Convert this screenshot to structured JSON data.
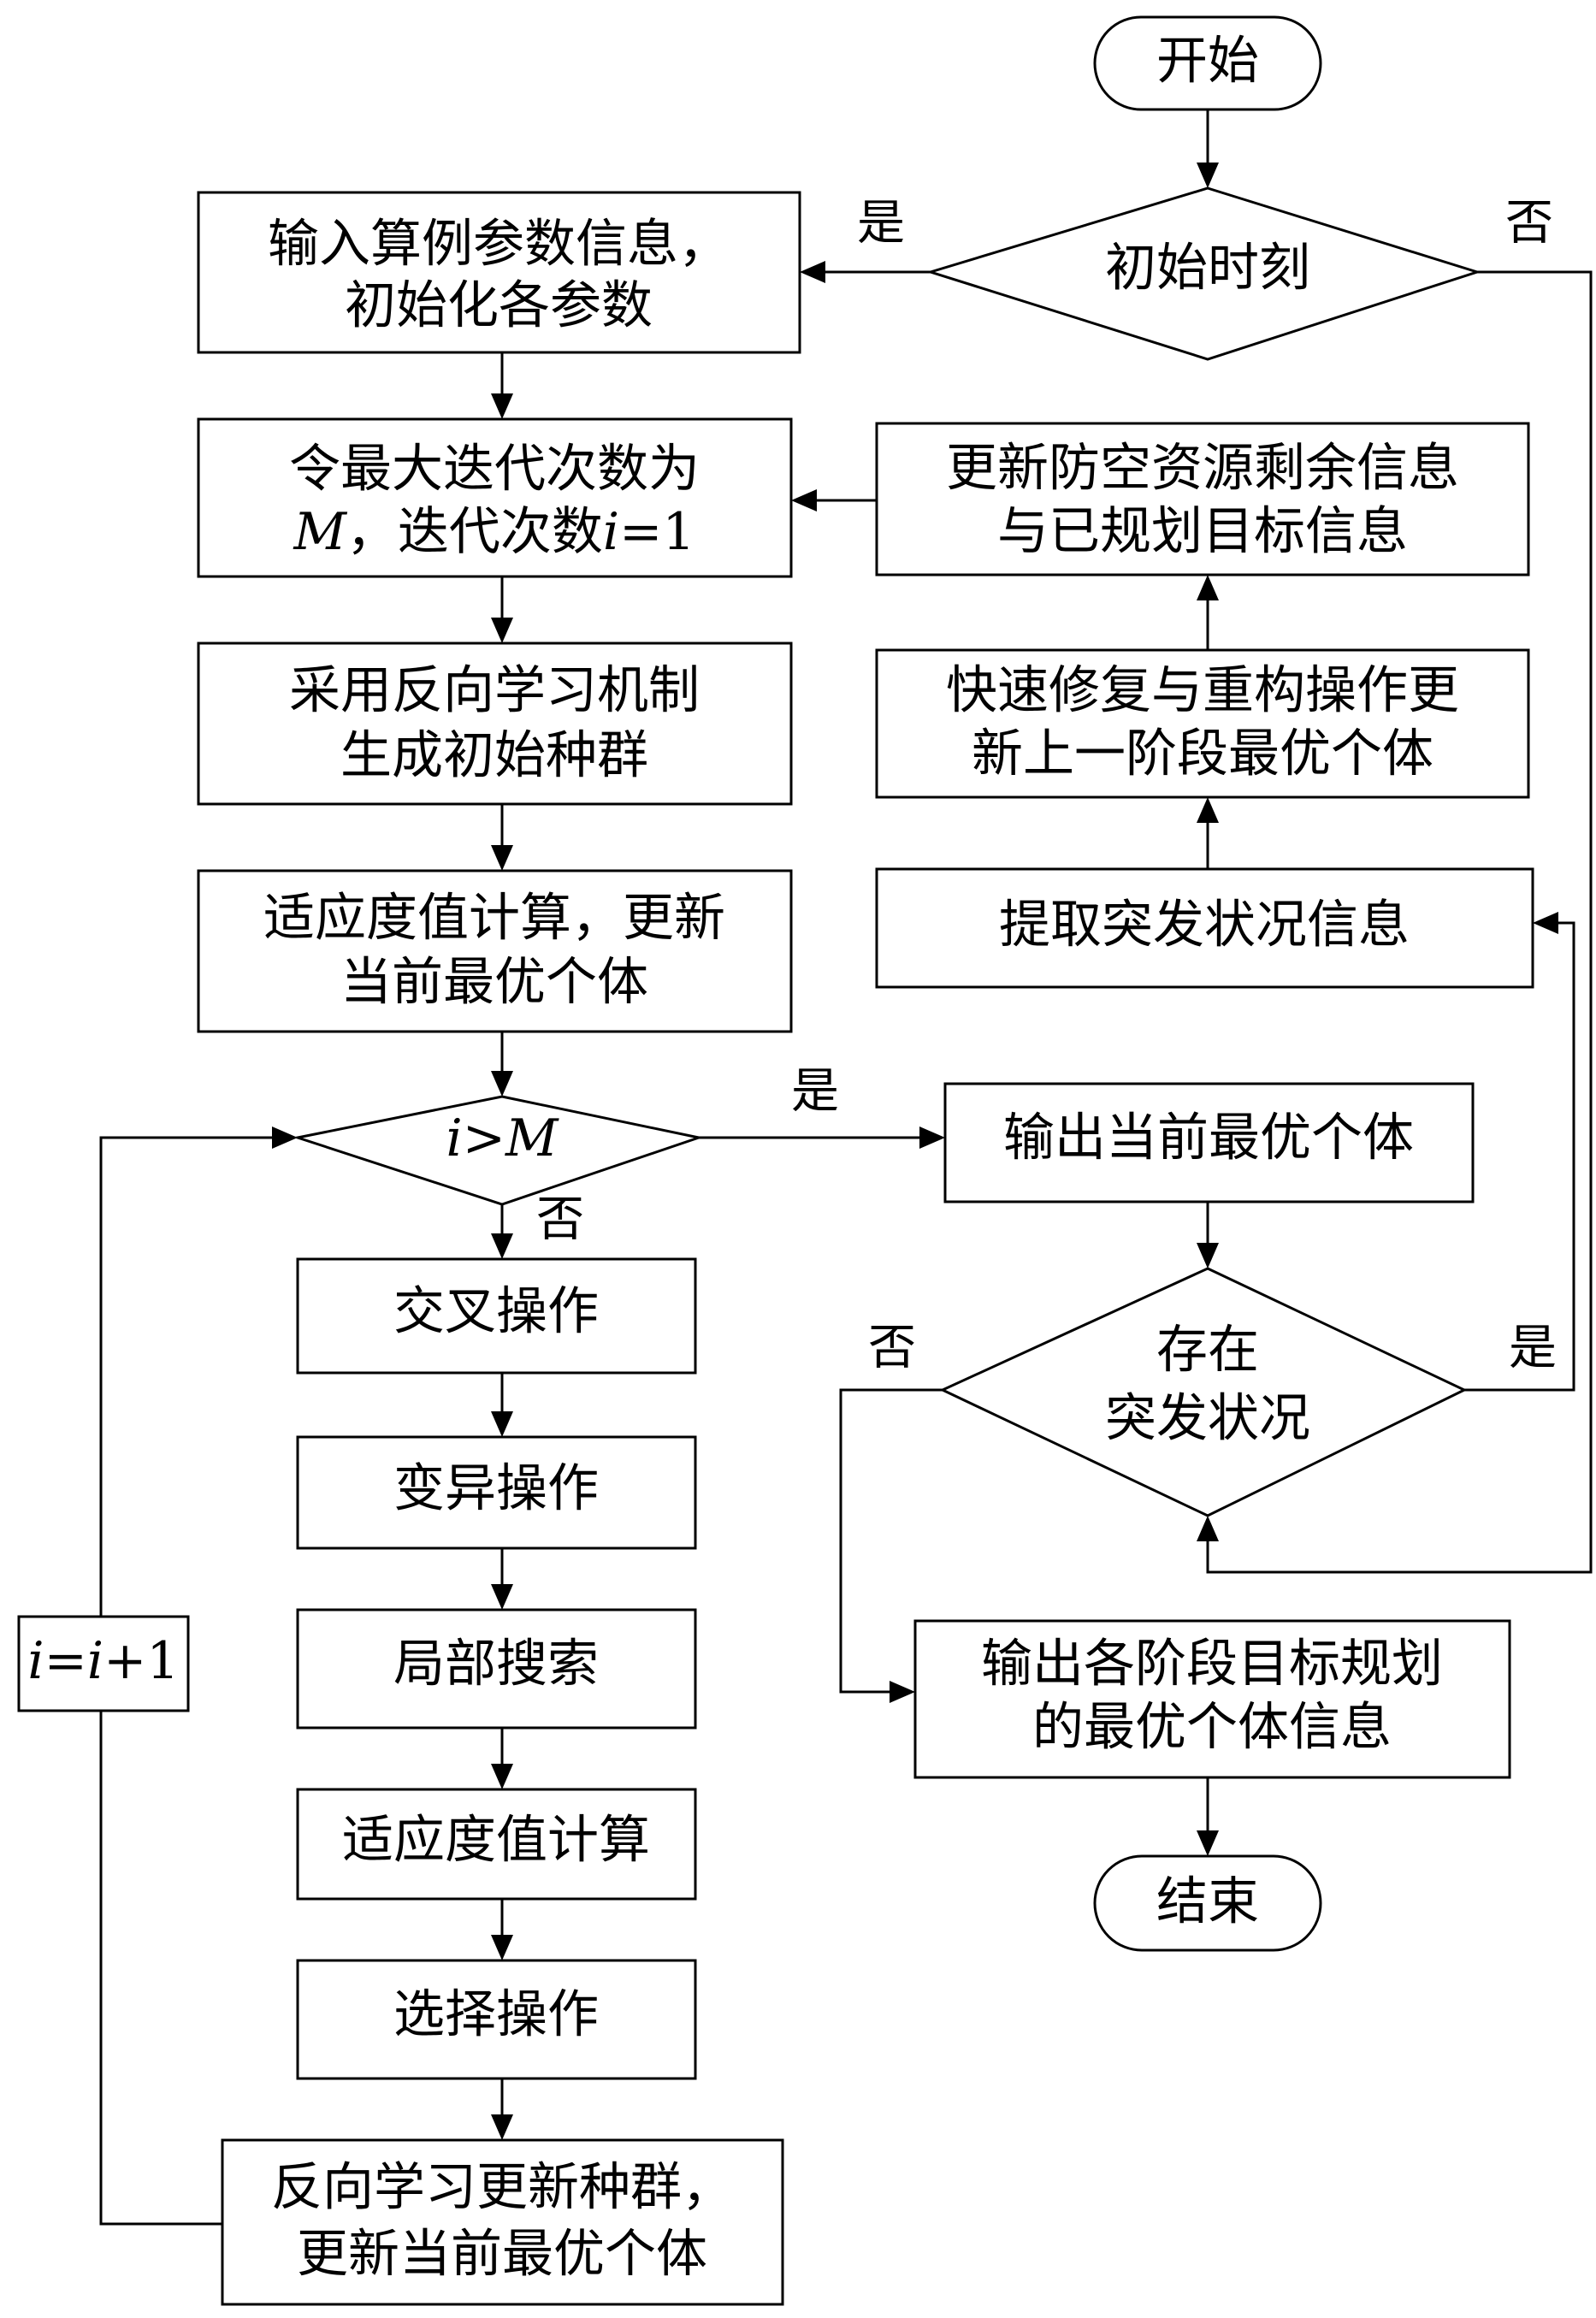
{
  "nodes": {
    "start": "开始",
    "init_time": "初始时刻",
    "input_params": [
      "输入算例参数信息，",
      "初始化各参数"
    ],
    "max_iter": {
      "line1": "令最大迭代次数为",
      "line2_m": "M",
      "line2_mid": "，迭代次数",
      "line2_i": "i",
      "line2_end": "=1"
    },
    "opposition_init": [
      "采用反向学习机制",
      "生成初始种群"
    ],
    "fitness_update": [
      "适应度值计算，更新",
      "当前最优个体"
    ],
    "cond_i": {
      "i": "i",
      "gt": ">",
      "m": "M"
    },
    "crossover": "交叉操作",
    "mutation": "变异操作",
    "local_search": "局部搜索",
    "fitness_calc": "适应度值计算",
    "selection": "选择操作",
    "opposition_update": [
      "反向学习更新种群，",
      "更新当前最优个体"
    ],
    "increment": {
      "i1": "i",
      "eq": "=",
      "i2": "i",
      "plus": "+1"
    },
    "update_resources": [
      "更新防空资源剩余信息",
      "与已规划目标信息"
    ],
    "repair": [
      "快速修复与重构操作更",
      "新上一阶段最优个体"
    ],
    "extract": "提取突发状况信息",
    "output_best": "输出当前最优个体",
    "emergency_cond": [
      "存在",
      "突发状况"
    ],
    "output_all": [
      "输出各阶段目标规划",
      "的最优个体信息"
    ],
    "end": "结束"
  },
  "edge_labels": {
    "init_yes": "是",
    "init_no": "否",
    "cond_i_yes": "是",
    "cond_i_no": "否",
    "emergency_yes": "是",
    "emergency_no": "否"
  }
}
